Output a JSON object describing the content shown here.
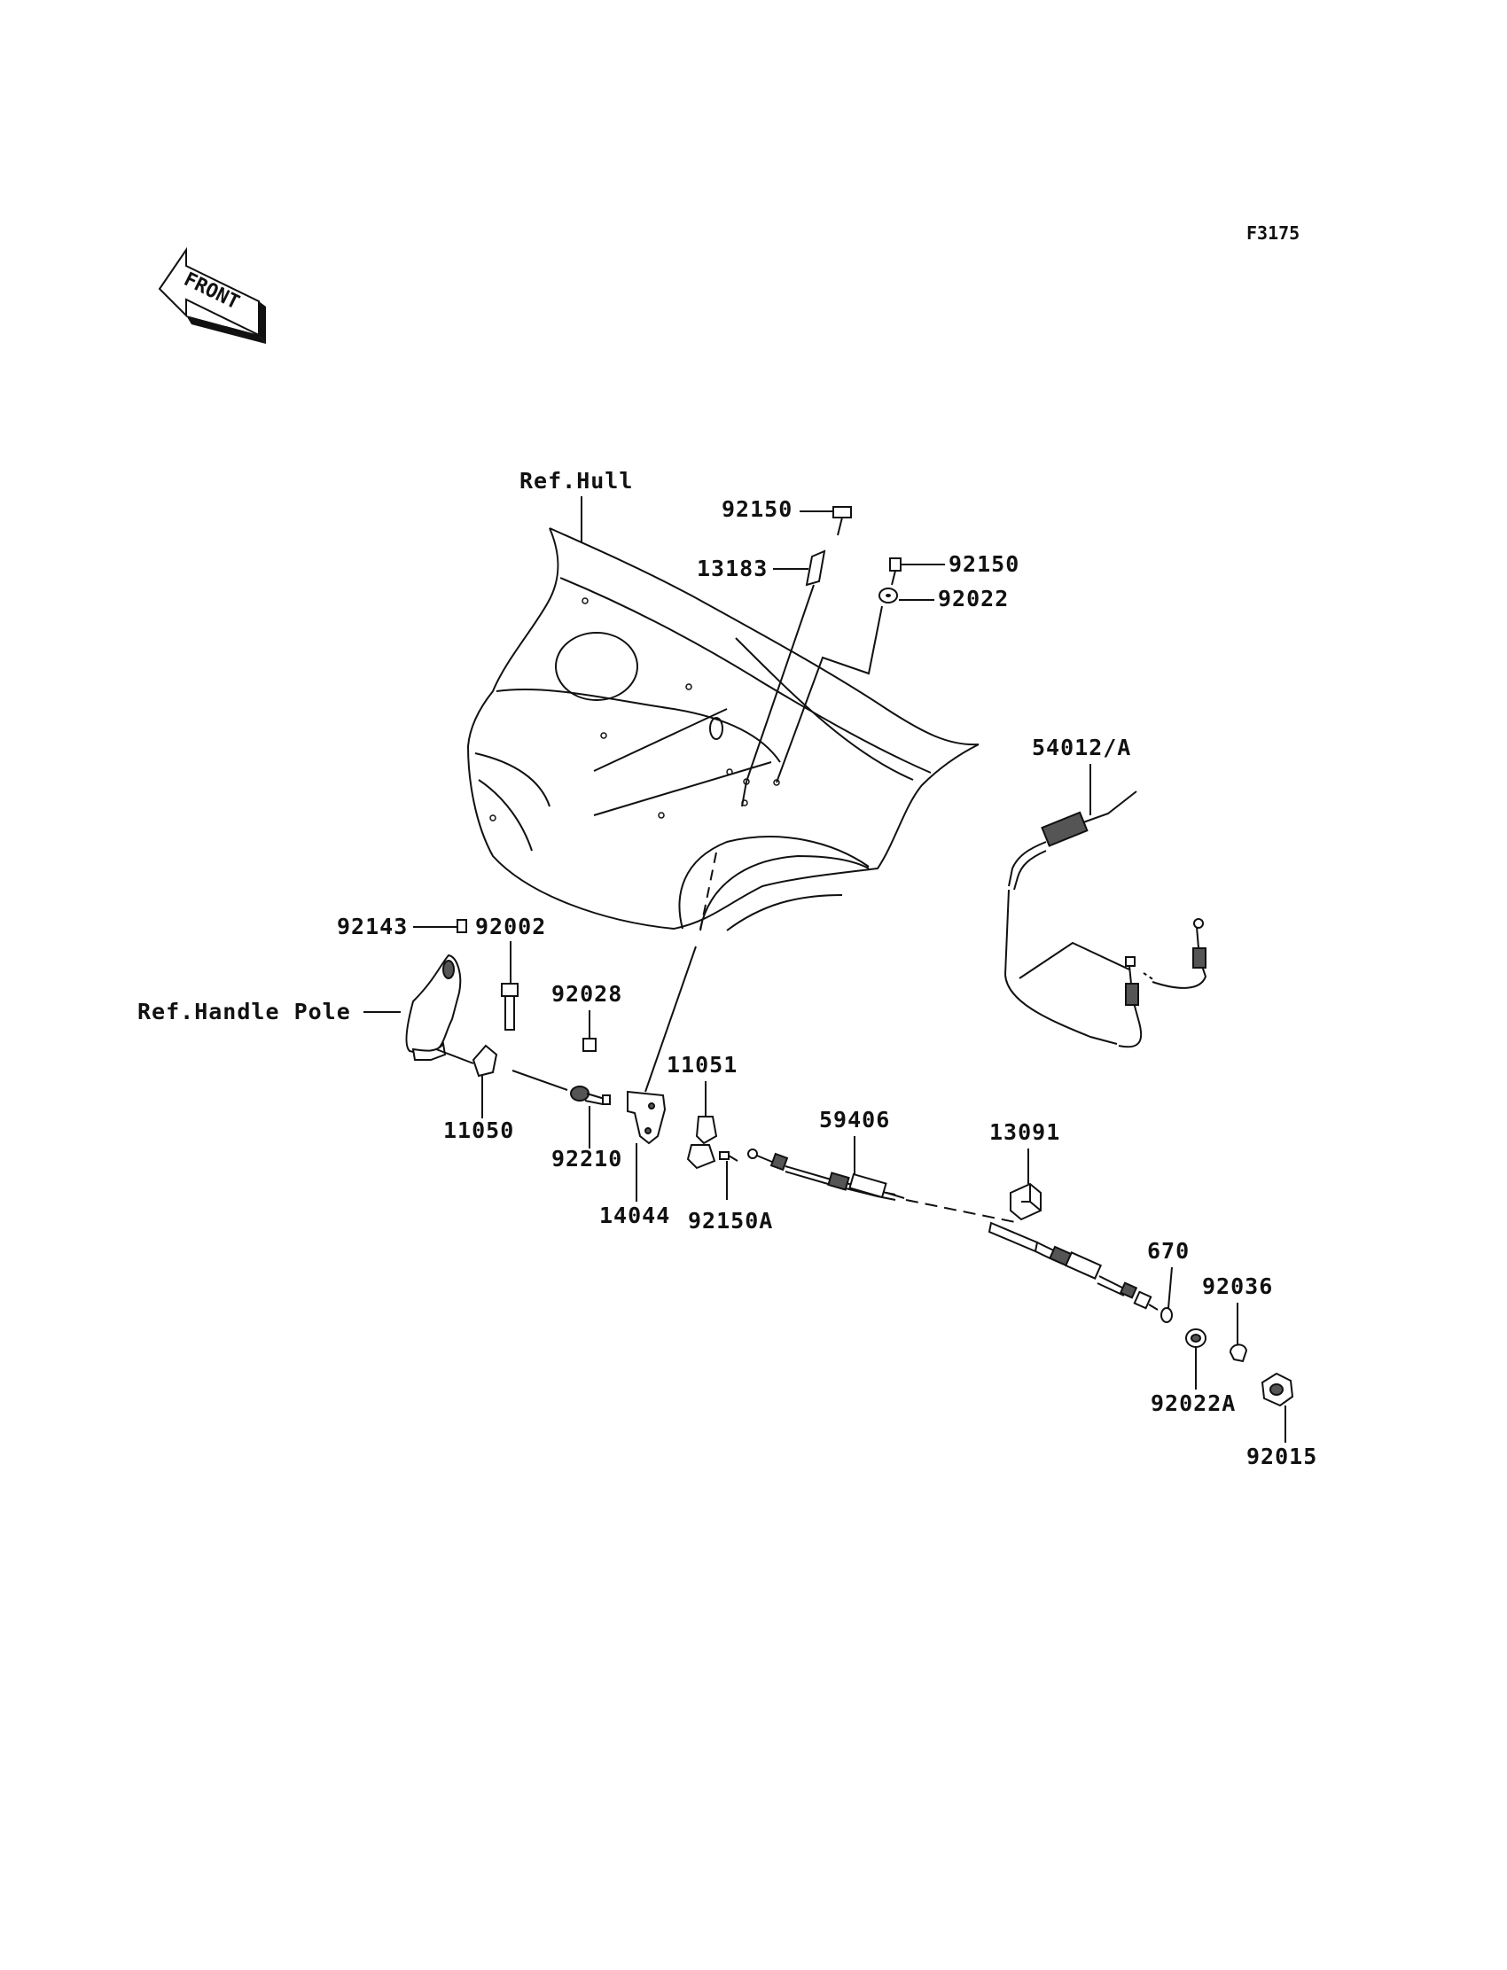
{
  "figure_code": "F3175",
  "front_label": "FRONT",
  "callouts": {
    "ref_hull": "Ref.Hull",
    "ref_handle_pole": "Ref.Handle Pole",
    "p92150_top": "92150",
    "p13183": "13183",
    "p92150_right": "92150",
    "p92022": "92022",
    "p54012": "54012/A",
    "p92143": "92143",
    "p92002": "92002",
    "p92028": "92028",
    "p11051": "11051",
    "p59406": "59406",
    "p13091": "13091",
    "p11050": "11050",
    "p92210": "92210",
    "p14044": "14044",
    "p92150A": "92150A",
    "p670": "670",
    "p92036": "92036",
    "p92022A": "92022A",
    "p92015": "92015"
  }
}
